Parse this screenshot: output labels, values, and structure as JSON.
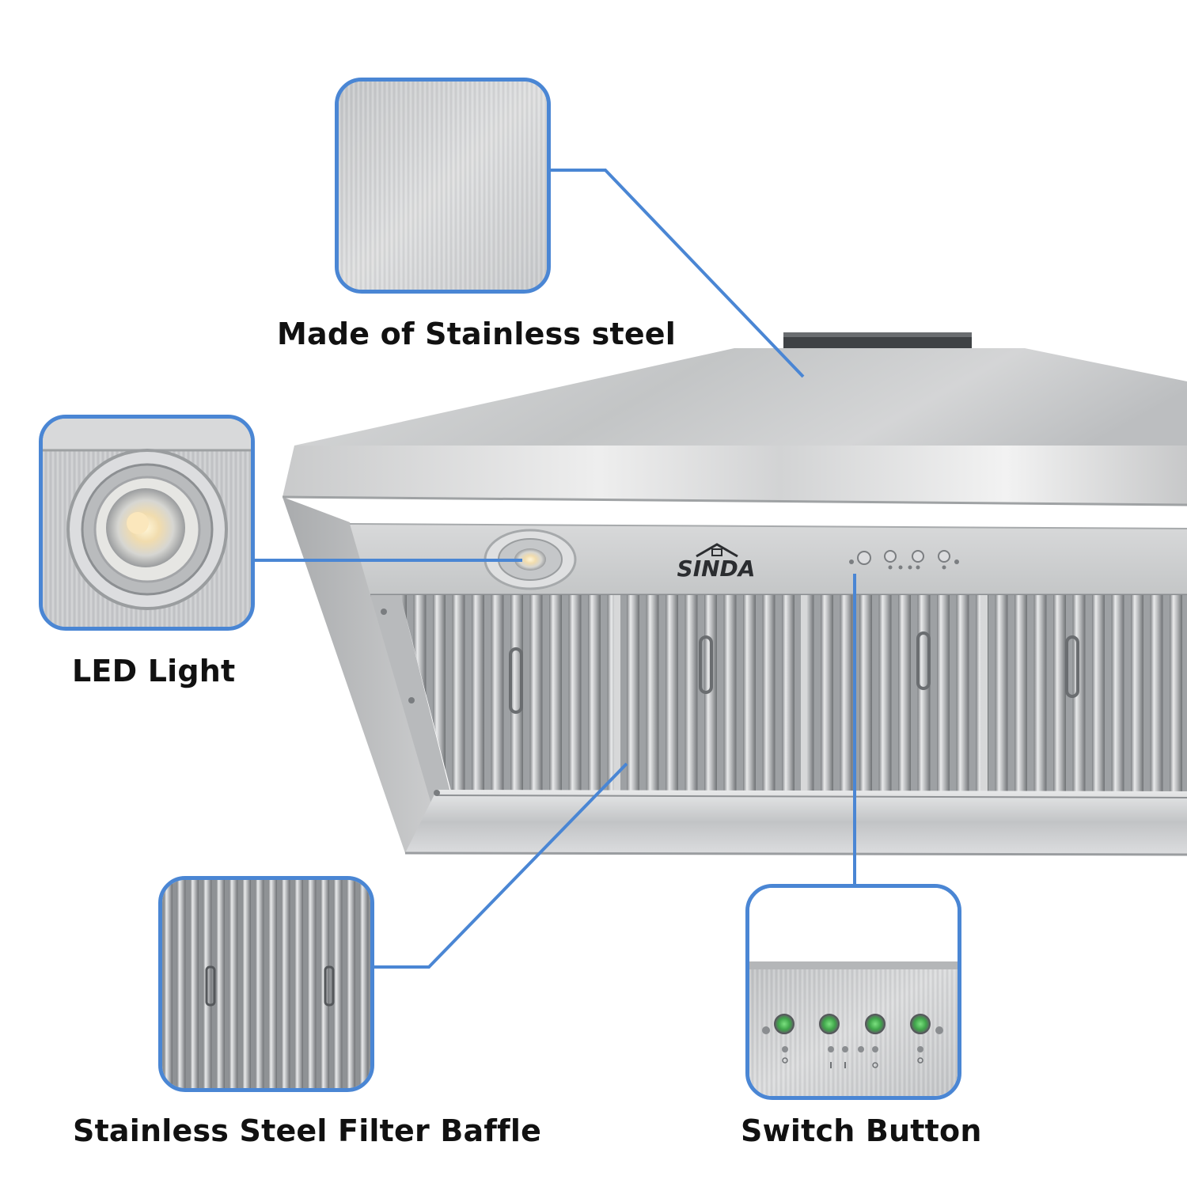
{
  "brand": {
    "logo_text": "SINDA"
  },
  "callouts": {
    "stainless": {
      "label": "Made of Stainless steel"
    },
    "led": {
      "label": "LED Light"
    },
    "baffle": {
      "label": "Stainless Steel Filter Baffle"
    },
    "switch": {
      "label": "Switch Button"
    }
  },
  "colors": {
    "callout_border": "#4a86d4",
    "leader_line": "#4a86d4",
    "steel": "#c9cbcd",
    "label_text": "#111111",
    "button_glow": "#3fa54a"
  },
  "icons": [
    "led-bulb-icon",
    "power-button-icon",
    "house-roof-logo-icon"
  ]
}
